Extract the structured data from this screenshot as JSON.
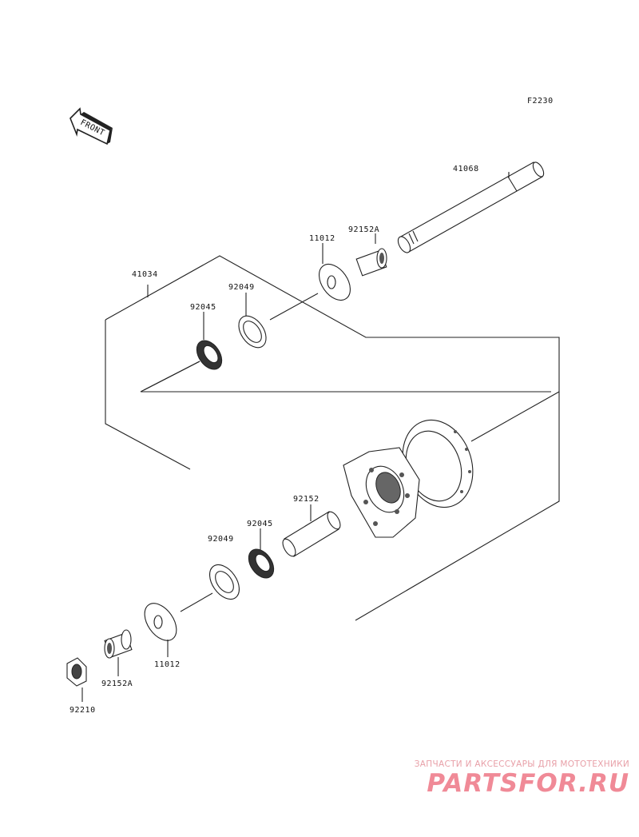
{
  "figure_code": "F2230",
  "front_marker": "FRONT",
  "parts": {
    "axle": "41068",
    "hub": "41034",
    "collar_right": "92152A",
    "collar_left": "92152A",
    "seal_right": "11012",
    "seal_left": "11012",
    "oil_seal_right": "92049",
    "oil_seal_left": "92049",
    "bearing_right": "92045",
    "bearing_left": "92045",
    "spacer": "92152",
    "nut": "92210"
  },
  "watermark": {
    "tagline": "ЗАПЧАСТИ И АКСЕССУАРЫ ДЛЯ МОТОТЕХНИКИ",
    "logo": "PARTSFOR.RU"
  }
}
